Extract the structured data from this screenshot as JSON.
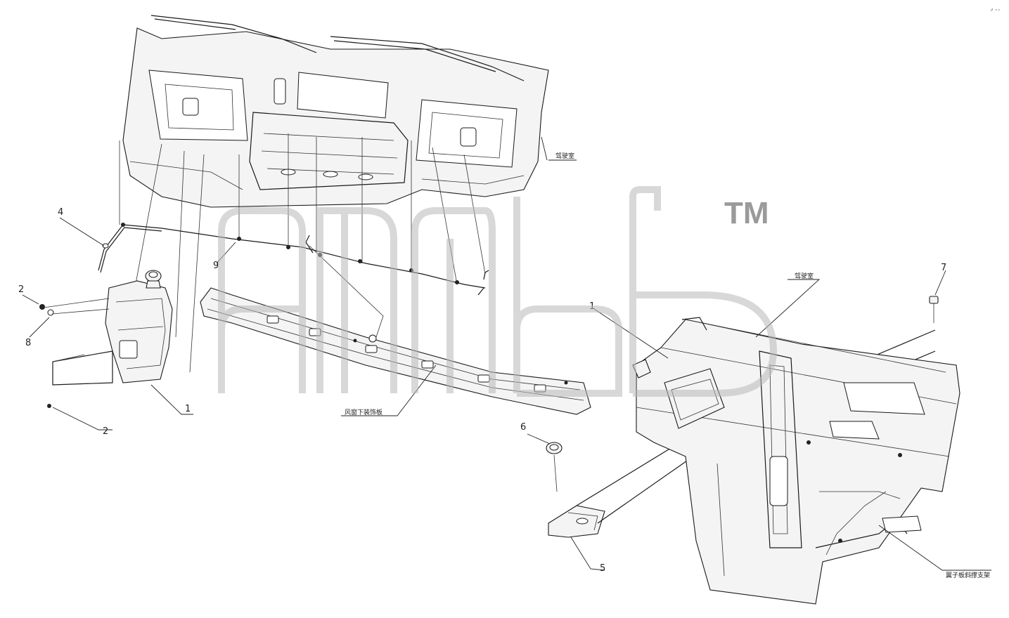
{
  "callouts": {
    "c1a": "1",
    "c1b": "1",
    "c2a": "2",
    "c2b": "2",
    "c4": "4",
    "c5": "5",
    "c6": "6",
    "c7": "7",
    "c8": "8",
    "c9": "9"
  },
  "annotations": {
    "cab_upper": "驾驶室",
    "cab_right": "驾驶室",
    "trim_panel": "风窗下装饰板",
    "bracket": "翼子板斜撑支架"
  },
  "watermark": {
    "trademark": "TM"
  },
  "corner_mark": "⇗ ∘∘"
}
